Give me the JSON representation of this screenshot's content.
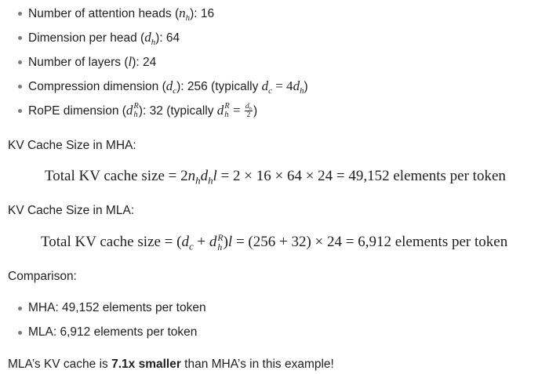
{
  "params": {
    "heads": {
      "label": "Number of attention heads (",
      "sym": "n",
      "sub": "h",
      "close": "): ",
      "value": "16"
    },
    "dim_head": {
      "label": "Dimension per head (",
      "sym": "d",
      "sub": "h",
      "close": "): ",
      "value": "64"
    },
    "layers": {
      "label": "Number of layers (",
      "sym": "l",
      "close": "): ",
      "value": "24"
    },
    "compress": {
      "label": "Compression dimension (",
      "sym": "d",
      "sub": "c",
      "close": "): ",
      "value": "256",
      "note_open": " (typically ",
      "rhs_sym": "d",
      "rhs_sub": "c",
      "eq": " = 4",
      "rhs2_sym": "d",
      "rhs2_sub": "h",
      "note_close": ")"
    },
    "rope": {
      "label": "RoPE dimension (",
      "sym": "d",
      "sup": "R",
      "sub": "h",
      "close": "): ",
      "value": "32",
      "note_open": " (typically ",
      "rhs_sym": "d",
      "rhs_sup": "R",
      "rhs_sub": "h",
      "eq": " = ",
      "frac_num": "d",
      "frac_num_sub": "h",
      "frac_den": "2",
      "note_close": ")"
    }
  },
  "mha": {
    "heading": "KV Cache Size in MHA:",
    "eq_label": "Total KV cache size",
    "eq_formula_a": " = 2",
    "eq_n": "n",
    "eq_n_sub": "h",
    "eq_d": "d",
    "eq_d_sub": "h",
    "eq_l": "l",
    "eq_rest": " = 2 × 16 × 64 × 24 = 49,152 elements per token"
  },
  "mla": {
    "heading": "KV Cache Size in MLA:",
    "eq_label": "Total KV cache size",
    "eq_open": " = (",
    "eq_dc": "d",
    "eq_dc_sub": "c",
    "eq_plus": " + ",
    "eq_dr": "d",
    "eq_dr_sup": "R",
    "eq_dr_sub": "h",
    "eq_close": ")",
    "eq_l": "l",
    "eq_rest": " = (256 + 32) × 24 = 6,912 elements per token"
  },
  "comparison": {
    "heading": "Comparison:",
    "items": [
      "MHA: 49,152 elements per token",
      "MLA: 6,912 elements per token"
    ]
  },
  "conclusion": {
    "before": "MLA’s KV cache is ",
    "bold": "7.1x smaller",
    "after": " than MHA’s in this example!"
  }
}
